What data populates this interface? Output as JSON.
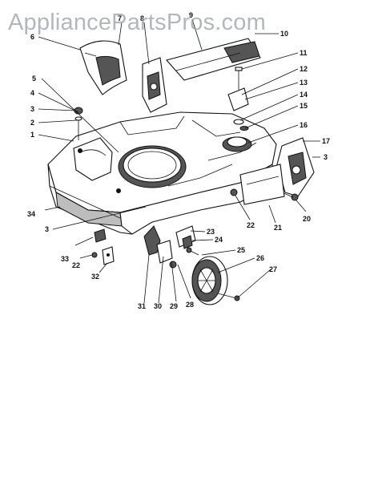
{
  "watermark": "AppliancePartsPros.com",
  "callouts": [
    {
      "id": "c1",
      "label": "1"
    },
    {
      "id": "c2",
      "label": "2"
    },
    {
      "id": "c3a",
      "label": "3"
    },
    {
      "id": "c3b",
      "label": "3"
    },
    {
      "id": "c3c",
      "label": "3"
    },
    {
      "id": "c4",
      "label": "4"
    },
    {
      "id": "c5",
      "label": "5"
    },
    {
      "id": "c6",
      "label": "6"
    },
    {
      "id": "c7",
      "label": "7"
    },
    {
      "id": "c8",
      "label": "8"
    },
    {
      "id": "c9",
      "label": "9"
    },
    {
      "id": "c10",
      "label": "10"
    },
    {
      "id": "c11",
      "label": "11"
    },
    {
      "id": "c12",
      "label": "12"
    },
    {
      "id": "c13",
      "label": "13"
    },
    {
      "id": "c14",
      "label": "14"
    },
    {
      "id": "c15",
      "label": "15"
    },
    {
      "id": "c16",
      "label": "16"
    },
    {
      "id": "c17",
      "label": "17"
    },
    {
      "id": "c20",
      "label": "20"
    },
    {
      "id": "c21",
      "label": "21"
    },
    {
      "id": "c22a",
      "label": "22"
    },
    {
      "id": "c22b",
      "label": "22"
    },
    {
      "id": "c23",
      "label": "23"
    },
    {
      "id": "c24",
      "label": "24"
    },
    {
      "id": "c25",
      "label": "25"
    },
    {
      "id": "c26",
      "label": "26"
    },
    {
      "id": "c27",
      "label": "27"
    },
    {
      "id": "c28",
      "label": "28"
    },
    {
      "id": "c29",
      "label": "29"
    },
    {
      "id": "c30",
      "label": "30"
    },
    {
      "id": "c31",
      "label": "31"
    },
    {
      "id": "c32",
      "label": "32"
    },
    {
      "id": "c33",
      "label": "33"
    },
    {
      "id": "c34",
      "label": "34"
    }
  ]
}
